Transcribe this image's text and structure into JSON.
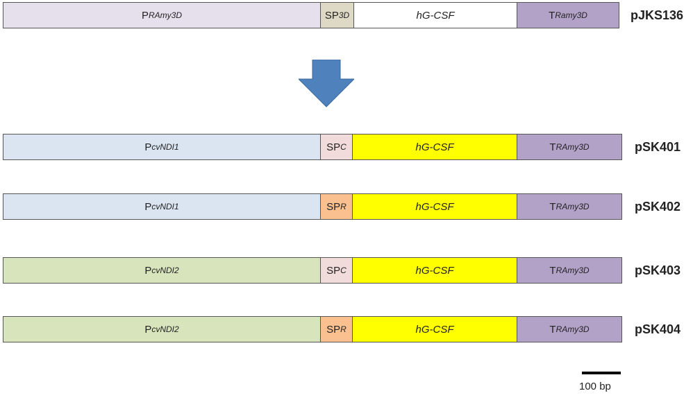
{
  "colors": {
    "promoter_ramy": "#e6dfec",
    "promoter_cvndi1": "#dbe5f1",
    "promoter_cvndi2": "#d8e4bc",
    "signal_3d": "#ddd9c4",
    "signal_c": "#f2dcdb",
    "signal_r": "#fac090",
    "cds_original": "#ffffff",
    "cds_new": "#ffff00",
    "terminator": "#b3a2c7",
    "arrow": "#4f81bd"
  },
  "constructs": [
    {
      "name": "pJKS136",
      "promoter": {
        "main": "P",
        "sub": "RAmy3D"
      },
      "signal": {
        "main": "SP",
        "sub": "3D"
      },
      "cds": "hG-CSF",
      "terminator": {
        "main": "T",
        "sub": "Ramy3D"
      }
    },
    {
      "name": "pSK401",
      "promoter": {
        "main": "P",
        "sub": "cvNDI1"
      },
      "signal": {
        "main": "SP",
        "sub": "C"
      },
      "cds": "hG-CSF",
      "terminator": {
        "main": "T",
        "sub": "RAmy3D"
      }
    },
    {
      "name": "pSK402",
      "promoter": {
        "main": "P",
        "sub": "cvNDI1"
      },
      "signal": {
        "main": "SP",
        "sub": "R"
      },
      "cds": "hG-CSF",
      "terminator": {
        "main": "T",
        "sub": "RAmy3D"
      }
    },
    {
      "name": "pSK403",
      "promoter": {
        "main": "P",
        "sub": "cvNDI2"
      },
      "signal": {
        "main": "SP",
        "sub": "C"
      },
      "cds": "hG-CSF",
      "terminator": {
        "main": "T",
        "sub": "RAmy3D"
      }
    },
    {
      "name": "pSK404",
      "promoter": {
        "main": "P",
        "sub": "cvNDI2"
      },
      "signal": {
        "main": "SP",
        "sub": "R"
      },
      "cds": "hG-CSF",
      "terminator": {
        "main": "T",
        "sub": "RAmy3D"
      }
    }
  ],
  "scale": {
    "label": "100 bp"
  }
}
